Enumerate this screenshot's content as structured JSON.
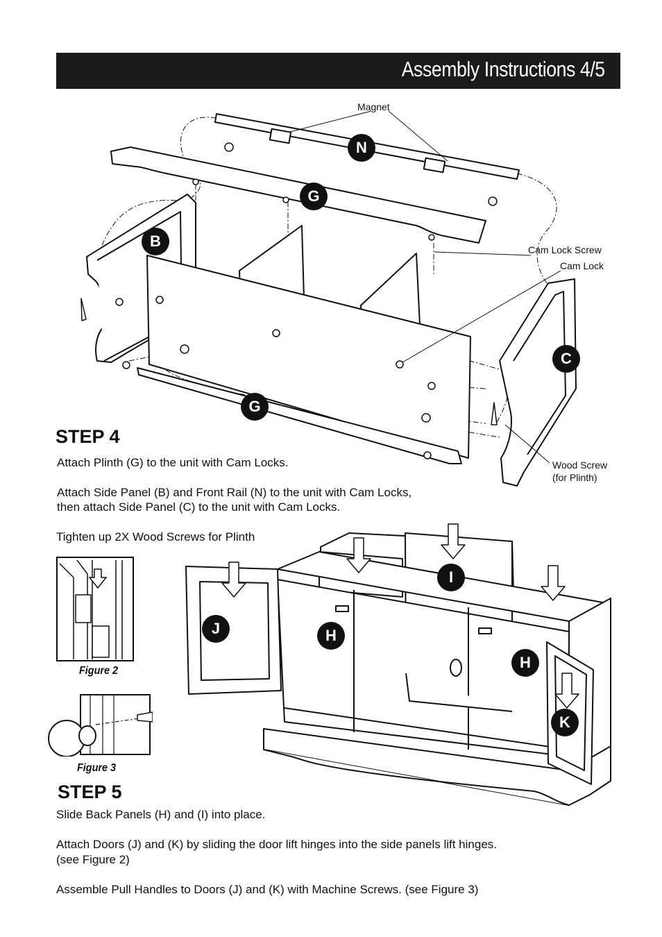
{
  "header": {
    "title": "Assembly Instructions 4/5"
  },
  "step4": {
    "heading": "STEP 4",
    "lines": [
      "Attach Plinth (G) to the unit with Cam Locks.",
      "Attach Side Panel (B) and Front Rail (N) to the unit with Cam Locks,",
      "then attach Side Panel (C) to the unit with Cam Locks.",
      "Tighten up 2X Wood Screws for Plinth"
    ],
    "callouts": {
      "magnet": "Magnet",
      "cam_lock_screw": "Cam Lock Screw",
      "cam_lock": "Cam Lock",
      "wood_screw_1": "Wood Screw",
      "wood_screw_2": "(for Plinth)"
    },
    "labels": {
      "n": "N",
      "g_top": "G",
      "b": "B",
      "c": "C",
      "g_bottom": "G"
    }
  },
  "figures": {
    "fig2": "Figure 2",
    "fig3": "Figure 3"
  },
  "step5": {
    "heading": "STEP 5",
    "lines": [
      "Slide Back Panels (H) and (I) into place.",
      "Attach Doors (J) and (K) by sliding the door lift hinges into the side panels lift hinges.",
      "(see Figure 2)",
      "Assemble Pull Handles to Doors (J) and (K) with Machine Screws. (see Figure 3)"
    ],
    "labels": {
      "i": "I",
      "j": "J",
      "h_left": "H",
      "h_right": "H",
      "k": "K"
    }
  }
}
